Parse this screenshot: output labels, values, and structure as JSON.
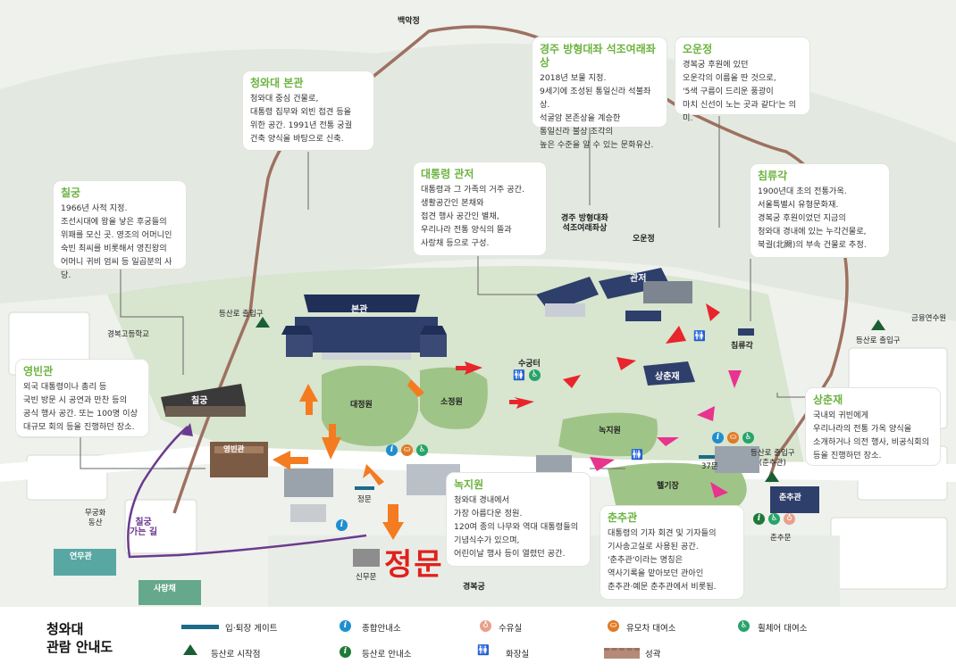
{
  "map": {
    "title_gate": "정문",
    "boxes": {
      "bonkwan": {
        "title": "청와대 본관",
        "text": "청와대 중심 건물로,\n대통령 집무와 외빈 접견 등을\n위한 공간. 1991년 전통 궁궐\n건축 양식을 바탕으로 신축."
      },
      "seokjo": {
        "title": "경주 방형대좌 석조여래좌상",
        "text": "2018년 보물 지정.\n9세기에 조성된 통일신라 석불좌상.\n석굴암 본존상을 계승한\n통일신라 불상 조각의\n높은 수준을 알 수 있는 문화유산."
      },
      "oun": {
        "title": "오운정",
        "text": "경복궁 후원에 있던\n오운각의 이름을 딴 것으로,\n'5색 구름이 드리운 풍광이\n마치 신선이 노는 곳과 같다'는 의미."
      },
      "chilgung": {
        "title": "칠궁",
        "text": "1966년 사적 지정.\n조선시대에 왕을 낳은 후궁들의\n위패를 모신 곳. 영조의 어머니인\n숙빈 최씨를 비롯해서 영친왕의\n어머니 귀비 엄씨 등 일곱분의 사당."
      },
      "gwanjeo": {
        "title": "대통령 관저",
        "text": "대통령과 그 가족의 거주 공간.\n생활공간인 본채와\n접견 행사 공간인 별채,\n우리나라 전통 양식의 뜰과\n사랑채 등으로 구성."
      },
      "chimryu": {
        "title": "침류각",
        "text": "1900년대 초의 전통가옥.\n서울특별시 유형문화재.\n경복궁 후원이었던 지금의\n청와대 경내에 있는 누각건물로,\n북궐(北闕)의 부속 건물로 추정."
      },
      "yeongbin": {
        "title": "영빈관",
        "text": "외국 대통령이나 총리 등\n국빈 방문 시 공연과 만찬 등의\n공식 행사 공간. 또는 100명 이상\n대규모 회의 등을 진행하던 장소."
      },
      "sangchun": {
        "title": "상춘재",
        "text": "국내외 귀빈에게\n우리나라의 전통 가옥 양식을\n소개하거나 의전 행사, 비공식회의\n등을 진행하던 장소."
      },
      "nokji": {
        "title": "녹지원",
        "text": "청와대 경내에서\n가장 아름다운 정원.\n120여 종의 나무와 역대 대통령들의\n기념식수가 있으며,\n어린이날 행사 등이 열렸던 공간."
      },
      "chunchu": {
        "title": "춘추관",
        "text": "대통령의 기자 회견 및 기자들의\n기사송고실로 사용된 공간.\n'춘추관'이라는 명칭은\n역사기록을 맡아보던 관아인\n춘추관·예문 춘추관에서 비롯됨."
      }
    },
    "labels": {
      "baekak": "백악정",
      "seokjo_short": "경주 방형대좌\n석조여래좌상",
      "oun_short": "오운정",
      "chimryu_short": "침류각",
      "bonkwan_bld": "본관",
      "gwanjeo_bld": "관저",
      "sangchun_bld": "상춘재",
      "chilgung_bld": "칠궁",
      "yeongbin_bld": "영빈관",
      "chunchu_bld": "춘추관",
      "daejeongwon": "대정원",
      "sojeongwon": "소정원",
      "sugungteo": "수궁터",
      "nokjiwon": "녹지원",
      "heli": "헬기장",
      "yeonmu": "연무관",
      "sarang": "사랑채",
      "trail_entry_left": "등산로 출입구",
      "trail_entry_right": "등산로 출입구",
      "trail_entry_chunchu": "등산로 출입구\n(춘추관)",
      "gyeongbok_hs": "경복고등학교",
      "geumryu": "금융연수원",
      "mugung": "무궁화\n동산",
      "chilgung_road": "칠궁\n가는 길",
      "jeongmun_small": "정문",
      "sinmu": "신무문",
      "gyeongbokgung": "경복궁",
      "chunchumun": "춘추문",
      "gate37": "37문"
    }
  },
  "legend": {
    "title": "청와대\n관람 안내도",
    "items": {
      "gate": "입·퇴장 게이트",
      "info": "종합안내소",
      "nursing": "수유실",
      "stroller": "유모차 대여소",
      "wheelchair": "휠체어 대여소",
      "trail_start": "등산로 시작점",
      "trail_info": "등산로 안내소",
      "toilet": "화장실",
      "wall": "성곽"
    }
  },
  "colors": {
    "title_green": "#6cb33f",
    "gate_red": "#e2201c",
    "arrow_red": "#e8252c",
    "arrow_orange": "#f47b20",
    "arrow_pink": "#e8338f",
    "path_purple": "#6b3a8f",
    "wall_brown": "#9e7060"
  }
}
